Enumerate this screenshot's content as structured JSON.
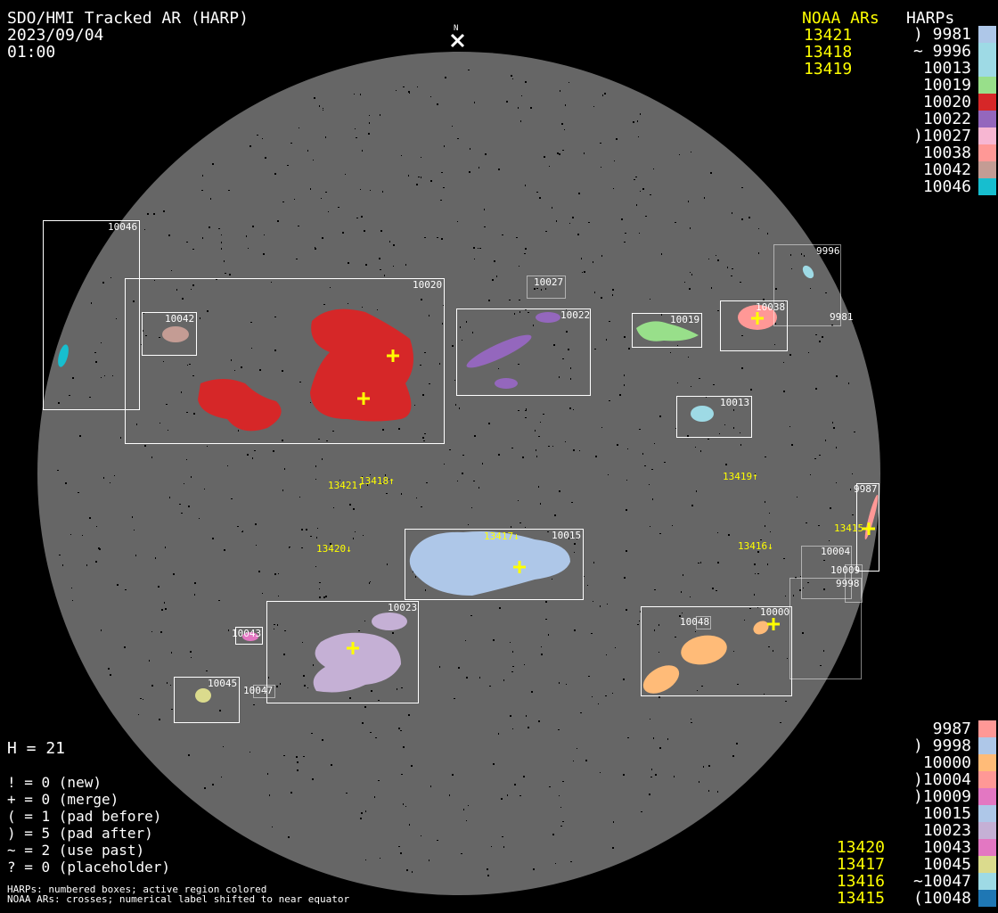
{
  "header": {
    "title": "SDO/HMI Tracked AR (HARP)",
    "date": "2023/09/04",
    "time": "01:00",
    "north": "N"
  },
  "legend_top": {
    "noaa_heading": "NOAA ARs",
    "harp_heading": "HARPs",
    "noaa": [
      "13421",
      "13418",
      "13419"
    ],
    "harps": [
      {
        "label": ") 9981",
        "color": "#aec7e8"
      },
      {
        "label": "~ 9996",
        "color": "#9edae5"
      },
      {
        "label": "10013",
        "color": "#9edae5"
      },
      {
        "label": "10019",
        "color": "#98df8a"
      },
      {
        "label": "10020",
        "color": "#d62728"
      },
      {
        "label": "10022",
        "color": "#9467bd"
      },
      {
        "label": ")10027",
        "color": "#f7b6d2"
      },
      {
        "label": "10038",
        "color": "#ff9896"
      },
      {
        "label": "10042",
        "color": "#c49c94"
      },
      {
        "label": "10046",
        "color": "#17becf"
      }
    ]
  },
  "legend_bottom": {
    "noaa": [
      "13420",
      "13417",
      "13416",
      "13415"
    ],
    "harps": [
      {
        "label": "9987",
        "color": "#ff9896"
      },
      {
        "label": ") 9998",
        "color": "#aec7e8"
      },
      {
        "label": "10000",
        "color": "#ffbb78"
      },
      {
        "label": ")10004",
        "color": "#ff9896"
      },
      {
        "label": ")10009",
        "color": "#e377c2"
      },
      {
        "label": "10015",
        "color": "#aec7e8"
      },
      {
        "label": "10023",
        "color": "#c5b0d5"
      },
      {
        "label": "10043",
        "color": "#e377c2"
      },
      {
        "label": "10045",
        "color": "#dbdb8d"
      },
      {
        "label": "~10047",
        "color": "#9edae5"
      },
      {
        "label": "(10048",
        "color": "#1f77b4"
      }
    ]
  },
  "stats": {
    "h": "H = 21",
    "lines": [
      "! = 0 (new)",
      "+ = 0 (merge)",
      "( = 1 (pad before)",
      ") = 5 (pad after)",
      "~ = 2 (use past)",
      "? = 0 (placeholder)"
    ]
  },
  "footnotes": [
    "HARPs: numbered boxes; active region colored",
    "NOAA ARs: crosses; numerical label shifted to near equator"
  ],
  "boxes": {
    "b10046": "10046",
    "b10020": "10020",
    "b10042": "10042",
    "b10027": "10027",
    "b10022": "10022",
    "b10019": "10019",
    "b10038": "10038",
    "b9996": "9996",
    "b9981": "9981",
    "b10013": "10013",
    "b10015": "10015",
    "b10023": "10023",
    "b10043": "10043",
    "b10045": "10045",
    "b10047": "10047",
    "b10000": "10000",
    "b10048": "10048",
    "b9998": "9998",
    "b10004": "10004",
    "b10009": "10009",
    "b9987": "9987"
  },
  "noaa_labels": {
    "n13421": "13421↑",
    "n13418": "13418↑",
    "n13419": "13419↑",
    "n13420": "13420↓",
    "n13417": "13417↓",
    "n13416": "13416↓",
    "n13415": "13415"
  }
}
